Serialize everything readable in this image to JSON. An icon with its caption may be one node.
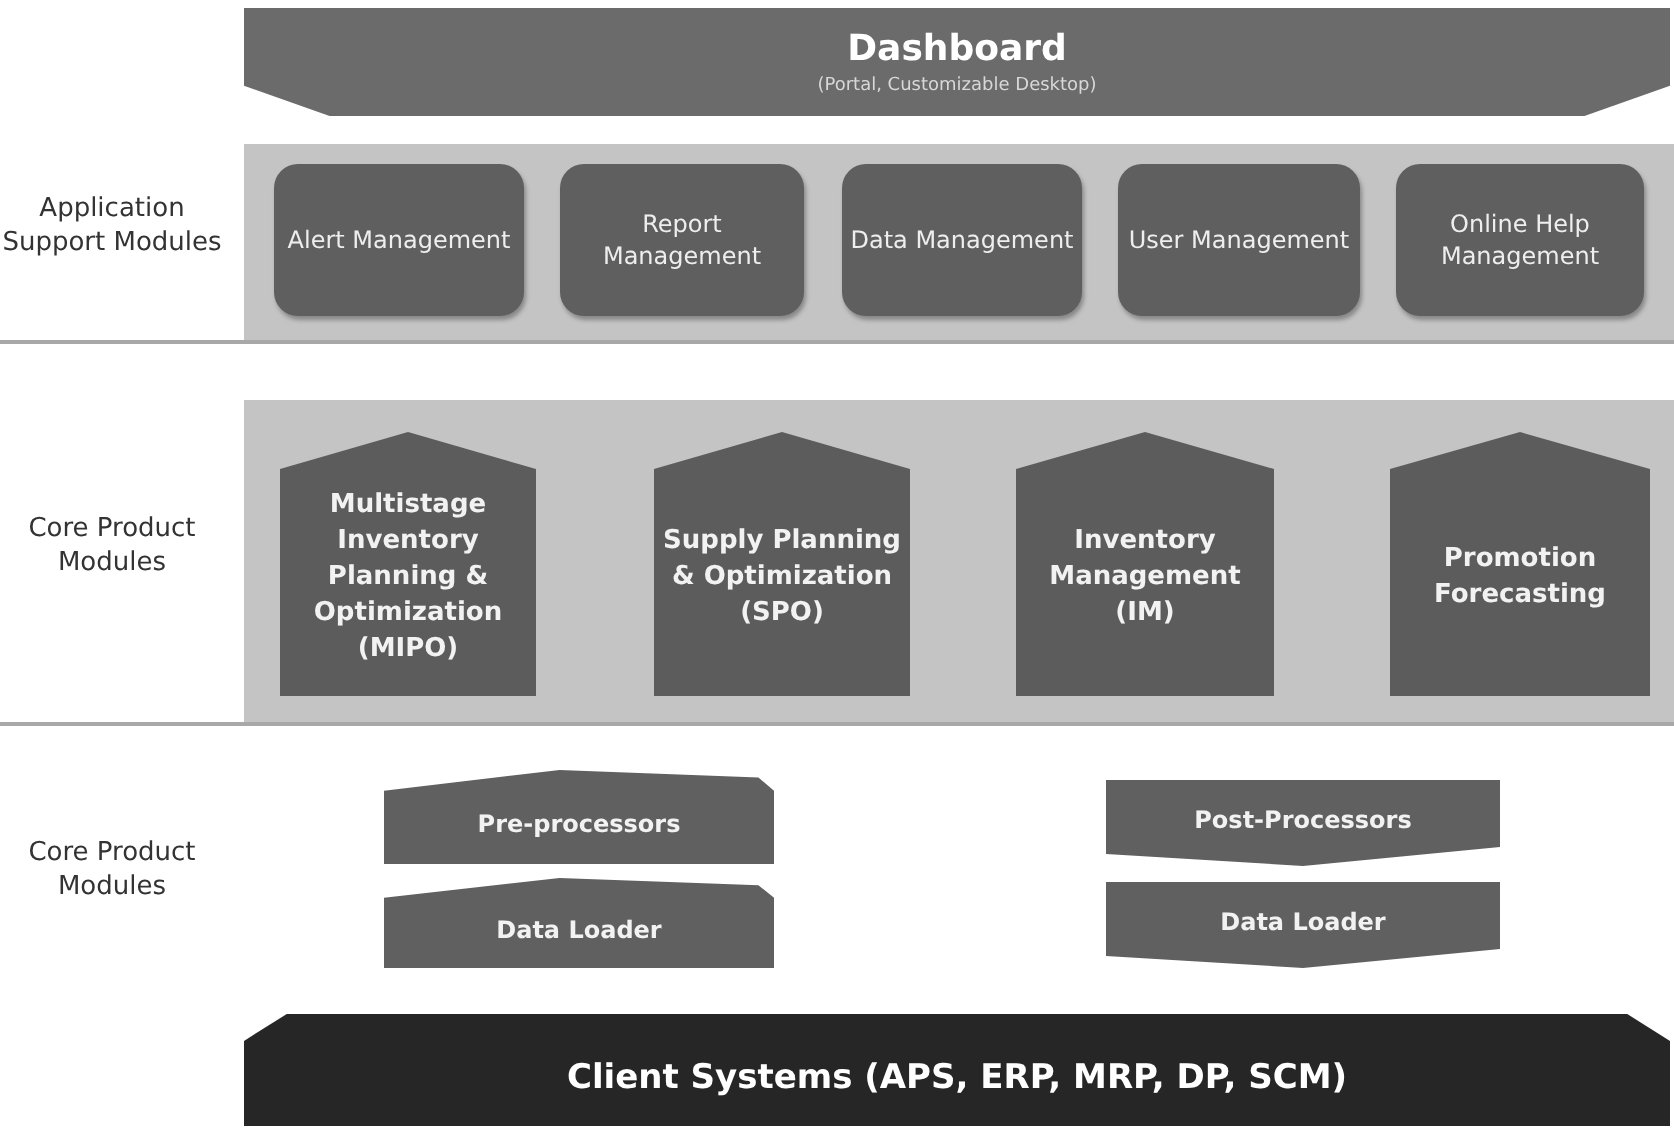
{
  "diagram": {
    "nodes": [
      {
        "text": [
          "Dashboard",
          "(Portal, Customizable Desktop)"
        ]
      },
      {
        "text": [
          "Application Support Modules"
        ]
      },
      {
        "text": [
          "Alert Management"
        ],
        "in": 1
      },
      {
        "text": [
          "Report Management"
        ],
        "in": 1
      },
      {
        "text": [
          "Data Management"
        ],
        "in": 1
      },
      {
        "text": [
          "User Management"
        ],
        "in": 1
      },
      {
        "text": [
          "Online Help Management"
        ],
        "in": 1
      },
      {
        "text": [
          "Core Product Modules"
        ]
      },
      {
        "text": [
          "Multistage Inventory Planning & Optimization (MIPO)"
        ],
        "in": 7
      },
      {
        "text": [
          "Supply Planning & Optimization (SPO)"
        ],
        "in": 7
      },
      {
        "text": [
          "Inventory Management (IM)"
        ],
        "in": 7
      },
      {
        "text": [
          "Promotion Forecasting"
        ],
        "in": 7
      },
      {
        "text": [
          "Pre-processors"
        ]
      },
      {
        "text": [
          "Data Loader"
        ]
      },
      {
        "text": [
          "Post-Processors"
        ]
      },
      {
        "text": [
          "Data Loader"
        ]
      },
      {
        "text": [
          "Client Systems (APS, ERP, MRP, DP, SCM)"
        ]
      }
    ],
    "labels": [
      "Core Product Modules"
    ]
  }
}
